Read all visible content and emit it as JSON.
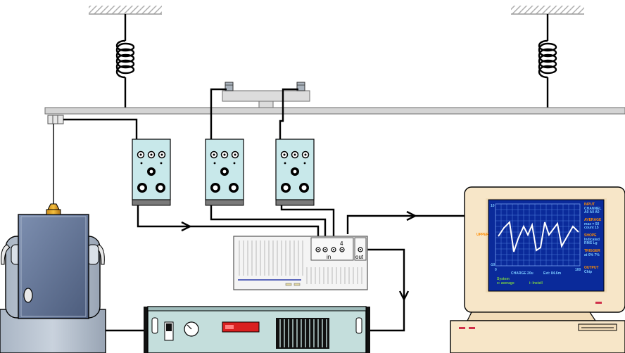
{
  "patch_box": {
    "channel_number": "4",
    "input_label": "in",
    "output_label": "out"
  },
  "monitor": {
    "y_axis_label": "UPPER",
    "y_top": "10",
    "y_bottom": "-10",
    "x_left": "0",
    "x_right": "100",
    "footer_readout_1": "CHARGE    20u",
    "footer_readout_2": "Ext: 84.6m",
    "footer_left_1": "System",
    "footer_left_2": "x: average",
    "footer_left_3": "i: Instell",
    "side_menu": [
      {
        "title": "INPUT",
        "lines": [
          "CHANNEL",
          "A0 A0 A0"
        ]
      },
      {
        "title": "AVERAGE",
        "lines": [
          "max = 50",
          "count 15"
        ]
      },
      {
        "title": "SHOPE",
        "lines": [
          "Indicated",
          "RMS Lg"
        ]
      },
      {
        "title": "TRIGGER",
        "lines": [
          "at 0% 7%"
        ]
      },
      {
        "title": "OUTPUT",
        "lines": [
          "Chip"
        ]
      }
    ],
    "colors": {
      "screen": "#0a2a9a",
      "grid": "#4a78d8",
      "trace": "#ffffff",
      "menu_title": "#ff8c00",
      "menu_text": "#7ac8ff",
      "footer_green": "#7ad040"
    }
  }
}
